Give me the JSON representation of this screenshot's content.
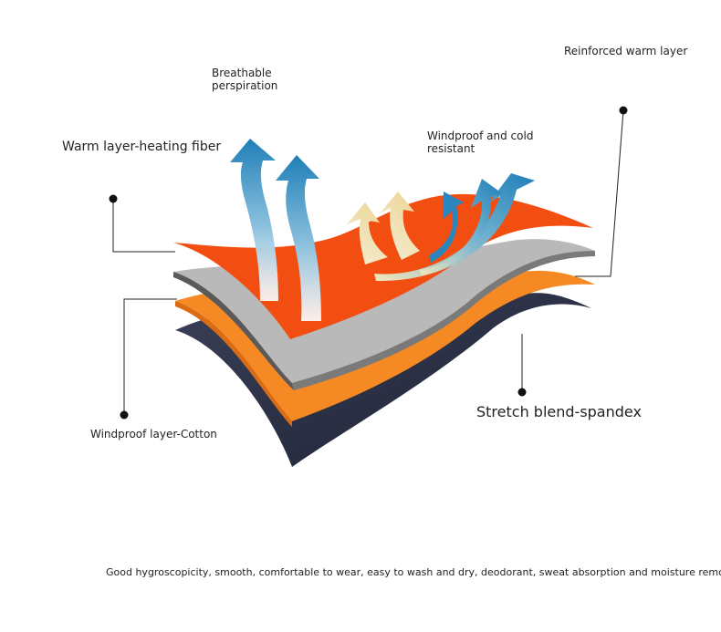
{
  "labels": {
    "reinforced": "Reinforced warm layer",
    "breathable": "Breathable perspiration",
    "warm_layer": "Warm layer-heating fiber",
    "windproof_cold": "Windproof and cold resistant",
    "stretch": "Stretch blend-spandex",
    "windproof_layer": "Windproof layer-Cotton"
  },
  "footer": "Good hygroscopicity, smooth, comfortable to wear, easy to wash and dry, deodorant, sweat absorption and moisture removal!",
  "colors": {
    "top_layer": "#f24e12",
    "grey_layer": "#b9b9b9",
    "grey_edge": "#5a5a5a",
    "orange_layer": "#f58a24",
    "navy_layer": "#2b3047",
    "arrow_blue": "#1f7fb8",
    "arrow_cream": "#f1e2b2",
    "leader_line": "#222222"
  },
  "icons": [
    "breathable-arrow-icon",
    "wind-arrow-icon"
  ]
}
